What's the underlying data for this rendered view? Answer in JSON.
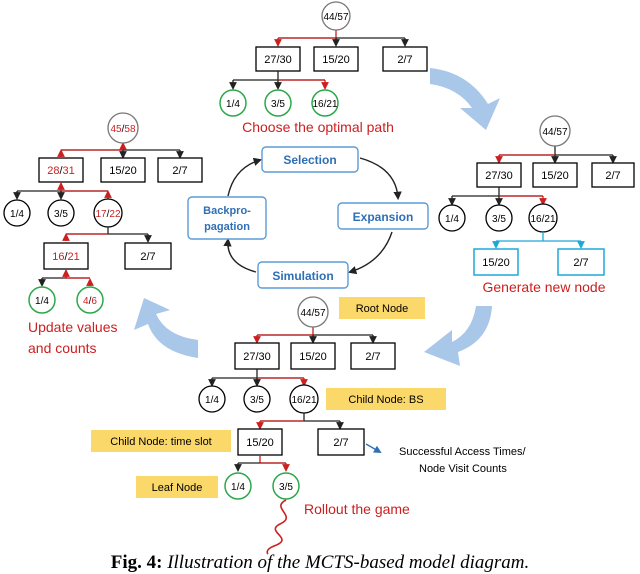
{
  "colors": {
    "red": "#cc1f1f",
    "green": "#2aa84a",
    "cyan": "#1da8d8",
    "blue_text": "#2f6fb5",
    "arrow_fill": "#a9c7e8",
    "label_fill": "#fbd86a"
  },
  "tree_top": {
    "root": "44/57",
    "level1": [
      "27/30",
      "15/20",
      "2/7"
    ],
    "level2": [
      "1/4",
      "3/5",
      "16/21"
    ],
    "caption": "Choose the optimal path"
  },
  "tree_right": {
    "root": "44/57",
    "level1": [
      "27/30",
      "15/20",
      "2/7"
    ],
    "level2": [
      "1/4",
      "3/5",
      "16/21"
    ],
    "level3": [
      "15/20",
      "2/7"
    ],
    "caption": "Generate new node"
  },
  "tree_left": {
    "root_num": "45",
    "root_den": "58",
    "level1_a_num": "28",
    "level1_a_den": "31",
    "level1": [
      "15/20",
      "2/7"
    ],
    "level2": [
      "1/4",
      "3/5"
    ],
    "level2_c_num": "17",
    "level2_c_den": "22",
    "level3_a_num": "16",
    "level3_a_den": "21",
    "level3_b": "2/7",
    "level4_a": "1/4",
    "level4_b_num": "4",
    "level4_b_den": "6",
    "caption_line1": "Update values",
    "caption_line2": "and counts"
  },
  "tree_bottom": {
    "root": "44/57",
    "level1": [
      "27/30",
      "15/20",
      "2/7"
    ],
    "level2": [
      "1/4",
      "3/5",
      "16/21"
    ],
    "level3": [
      "15/20",
      "2/7"
    ],
    "level4": [
      "1/4",
      "3/5"
    ],
    "caption": "Rollout the game",
    "label_root": "Root Node",
    "label_bs": "Child Node: BS",
    "label_timeslot": "Child Node: time slot",
    "label_leaf": "Leaf Node",
    "note_line1": "Successful Access Times/",
    "note_line2": "Node Visit Counts"
  },
  "cycle": {
    "selection": "Selection",
    "expansion": "Expansion",
    "simulation": "Simulation",
    "backprop_line1": "Backpro-",
    "backprop_line2": "pagation"
  },
  "caption": {
    "label": "Fig. 4:",
    "text": "Illustration of the MCTS-based model diagram."
  }
}
